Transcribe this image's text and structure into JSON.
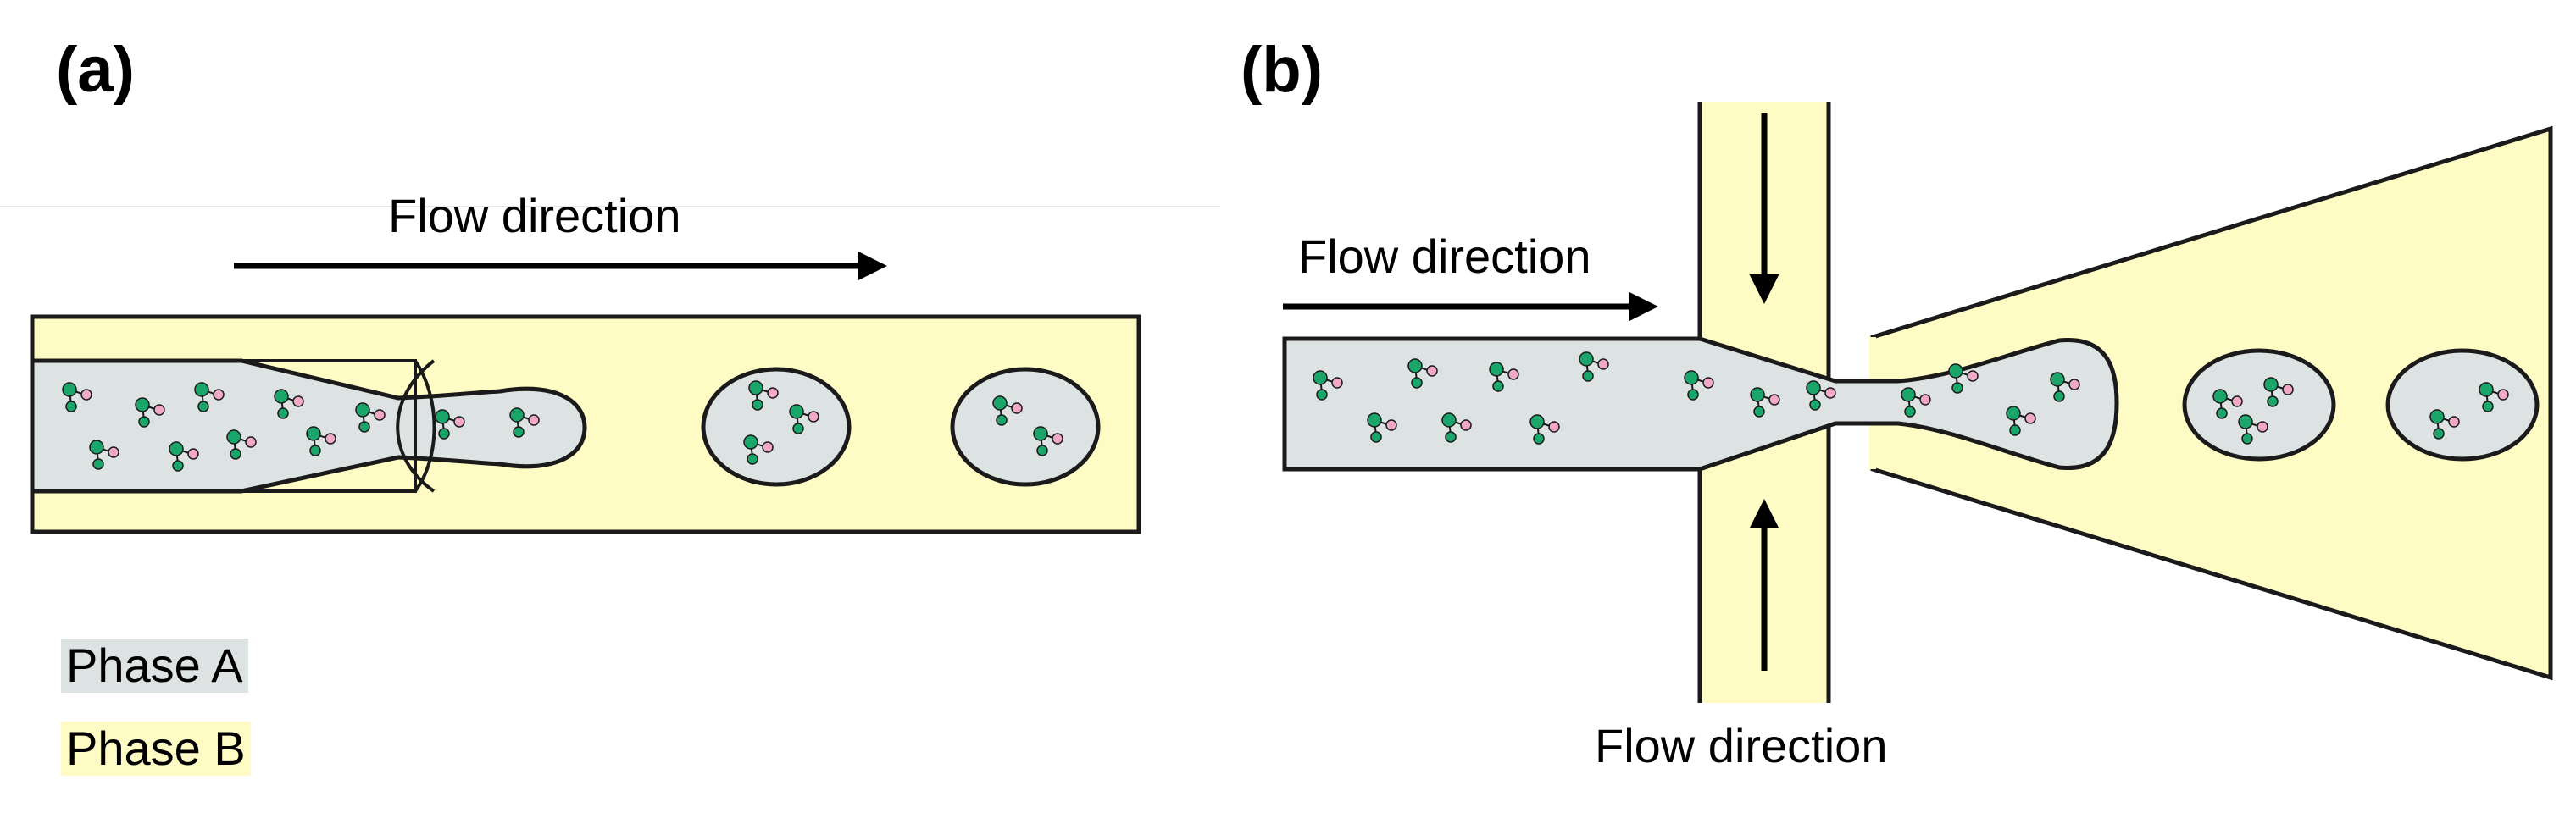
{
  "panel_a": {
    "label": "(a)",
    "flow_label": "Flow direction"
  },
  "panel_b": {
    "label": "(b)",
    "flow_label_top": "Flow direction",
    "flow_label_bottom": "Flow direction"
  },
  "legend": {
    "phase_a": "Phase A",
    "phase_b": "Phase B"
  },
  "colors": {
    "phase_a": "#dde2e2",
    "phase_b": "#fffbc4",
    "molecule_green": "#1aa56a",
    "molecule_pink": "#f2a9c6",
    "outline": "#1a1a1a"
  }
}
